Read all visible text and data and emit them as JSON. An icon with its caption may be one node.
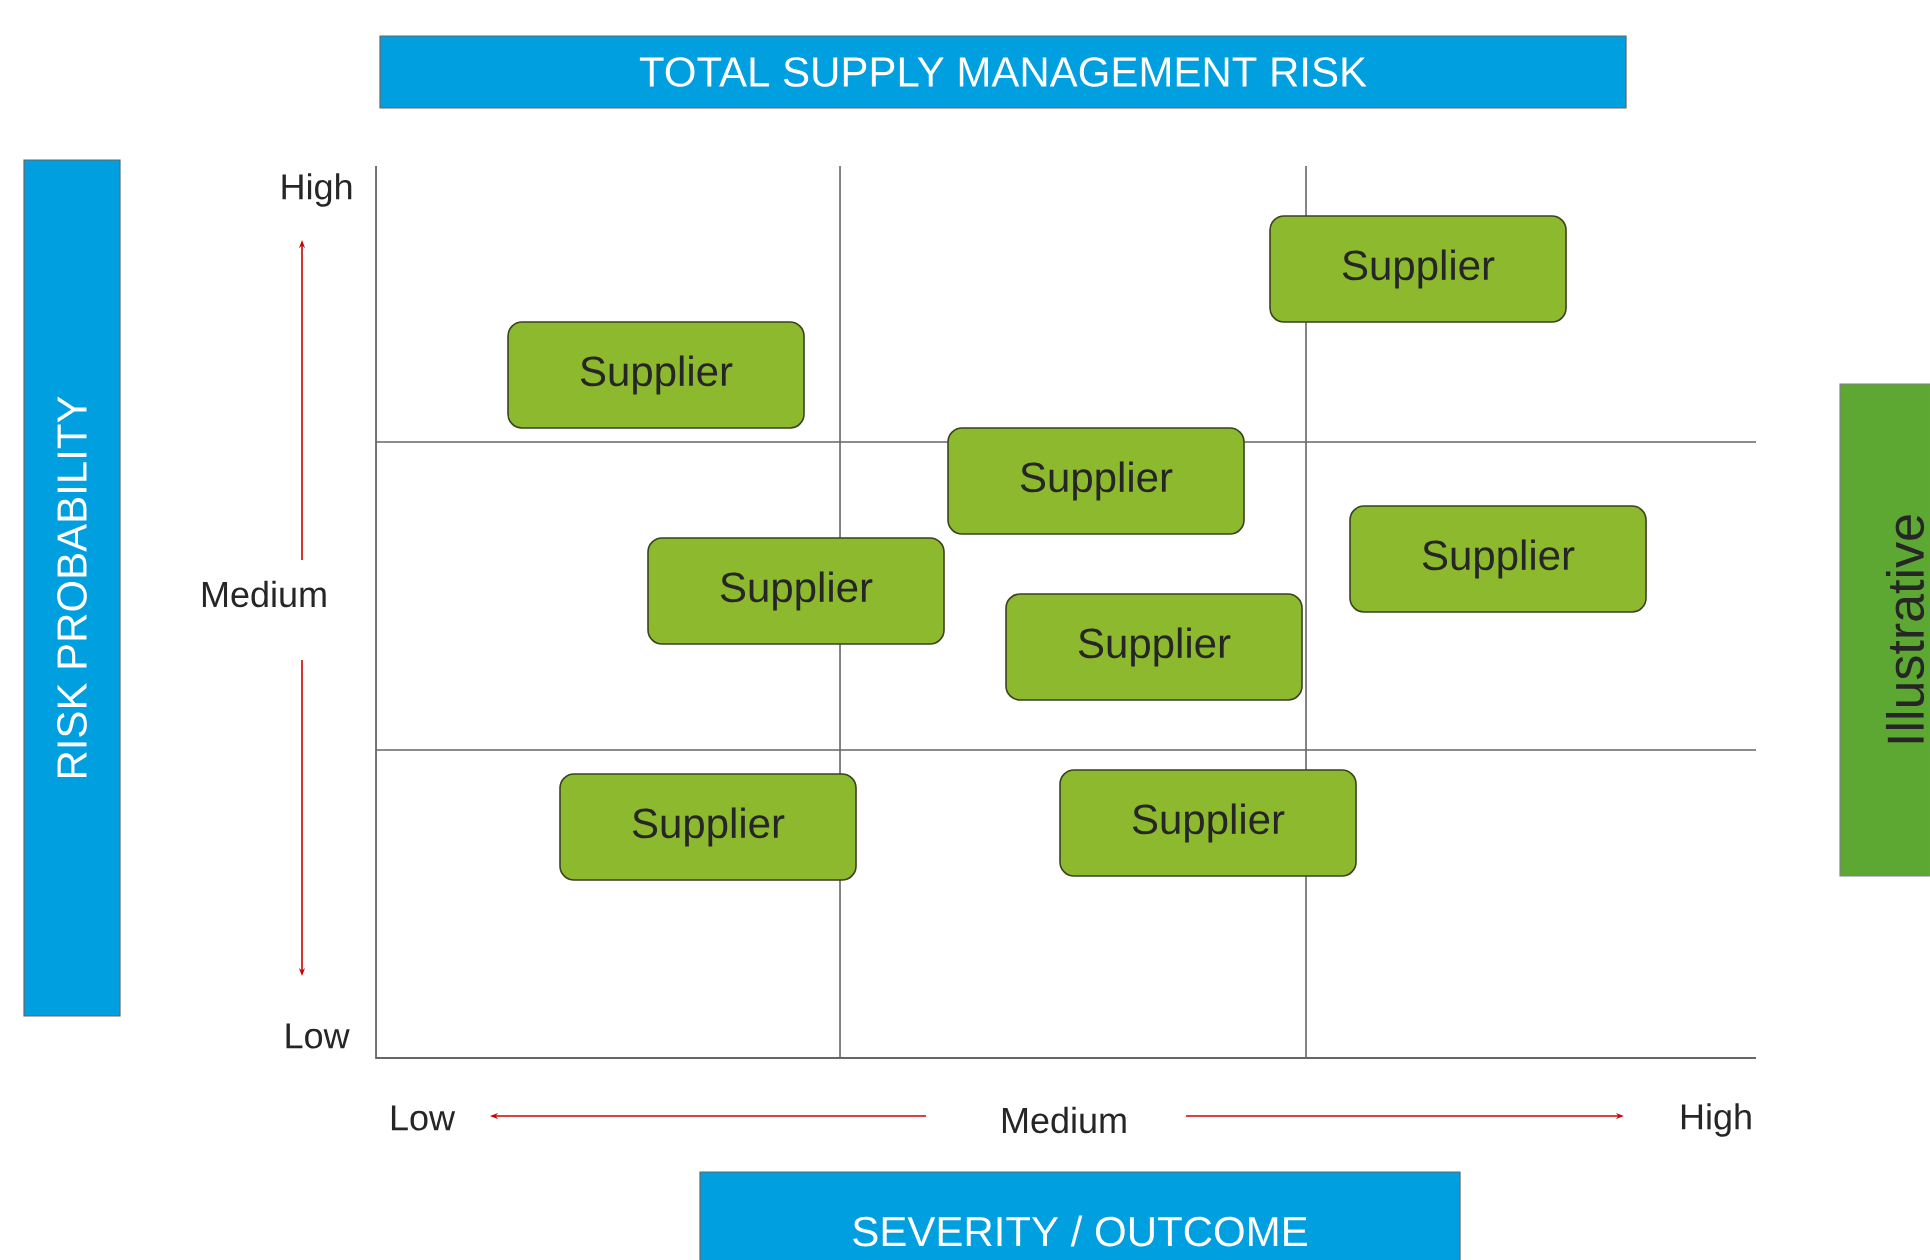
{
  "diagram": {
    "nodes": [
      {
        "text": [
          "TOTAL SUPPLY MANAGEMENT RISK"
        ]
      },
      {
        "text": [
          "RISK PROBABILITY"
        ]
      },
      {
        "text": [
          "Supplier"
        ]
      },
      {
        "text": [
          "Supplier"
        ]
      },
      {
        "text": [
          "Supplier"
        ]
      },
      {
        "text": [
          "Supplier"
        ]
      },
      {
        "text": [
          "Supplier"
        ]
      },
      {
        "text": [
          "Supplier"
        ]
      },
      {
        "text": [
          "Supplier"
        ]
      },
      {
        "text": [
          "Supplier"
        ]
      },
      {
        "text": [
          "Illustrative"
        ]
      },
      {
        "text": [
          "SEVERITY / OUTCOME"
        ]
      }
    ],
    "labels": [
      "High",
      "Medium",
      "Low",
      "Low",
      "Medium",
      "High"
    ]
  }
}
